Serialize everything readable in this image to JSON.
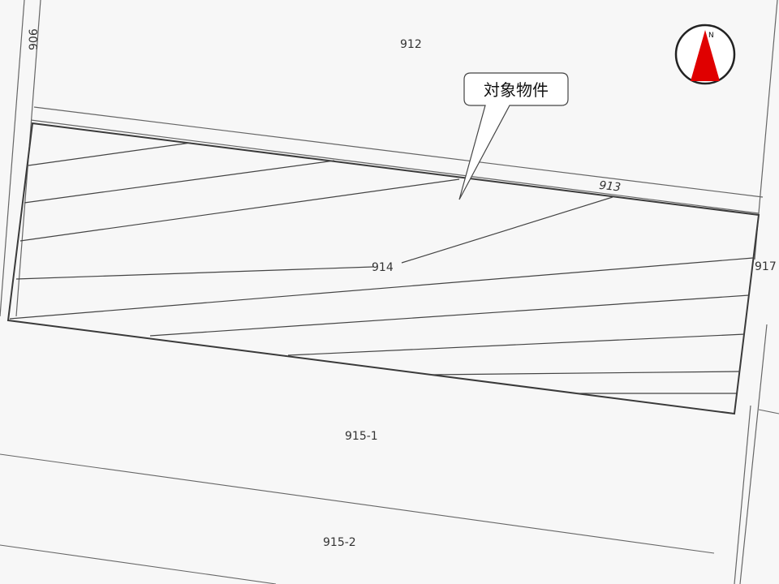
{
  "map": {
    "parcels": {
      "p906": "906",
      "p912": "912",
      "p913": "913",
      "p914": "914",
      "p917": "917",
      "p915_1": "915-1",
      "p915_2": "915-2"
    },
    "callout": {
      "text": "対象物件"
    },
    "compass": {
      "letter": "N",
      "icon": "north-arrow-icon",
      "arrow_color": "#e00000"
    },
    "colors": {
      "background": "#f7f7f7",
      "line": "#555555",
      "boundary": "#3a3a3a",
      "hatch": "#444444"
    }
  }
}
